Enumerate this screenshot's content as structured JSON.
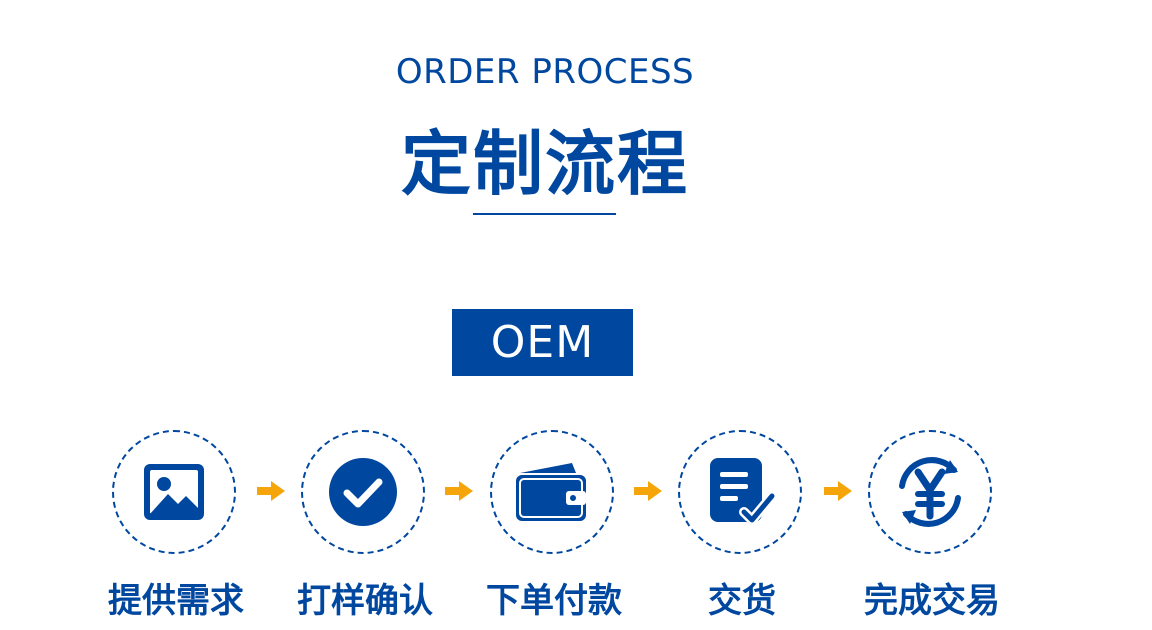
{
  "header": {
    "eyebrow": "ORDER PROCESS",
    "title": "定制流程"
  },
  "badge": {
    "label": "OEM"
  },
  "colors": {
    "primary": "#0047a0",
    "arrow": "#f5a50a",
    "background": "#ffffff"
  },
  "steps": [
    {
      "label": "提供需求",
      "icon": "image-icon"
    },
    {
      "label": "打样确认",
      "icon": "check-circle-icon"
    },
    {
      "label": "下单付款",
      "icon": "wallet-icon"
    },
    {
      "label": "交货",
      "icon": "document-check-icon"
    },
    {
      "label": "完成交易",
      "icon": "yen-cycle-icon"
    }
  ]
}
